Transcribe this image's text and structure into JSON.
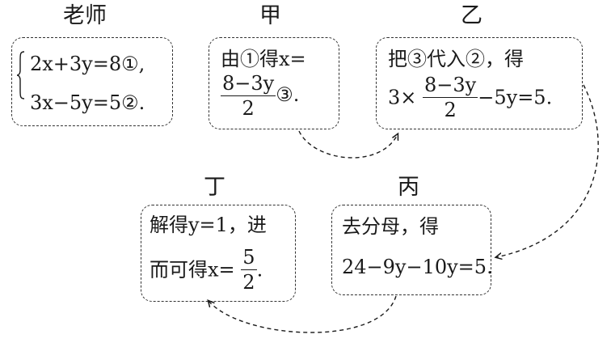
{
  "labels": {
    "teacher": "老师",
    "jia": "甲",
    "yi": "乙",
    "ding": "丁",
    "bing": "丙"
  },
  "teacher": {
    "eq1": "2x+3y=8①,",
    "eq2": "3x−5y=5②."
  },
  "jia": {
    "line1": "由①得x=",
    "frac_num": "8−3y",
    "frac_den": "2",
    "after": "③."
  },
  "yi": {
    "line1": "把③代入②，得",
    "prefix": "3×",
    "frac_num": "8−3y",
    "frac_den": "2",
    "after": "−5y=5."
  },
  "bing": {
    "line1": "去分母，得",
    "line2": "24−9y−10y=5."
  },
  "ding": {
    "line1": "解得y=1，进",
    "line2": "而可得x=",
    "frac_num": "5",
    "frac_den": "2",
    "after": "."
  },
  "colors": {
    "ink": "#1a1a1a",
    "dash": "#333333"
  }
}
